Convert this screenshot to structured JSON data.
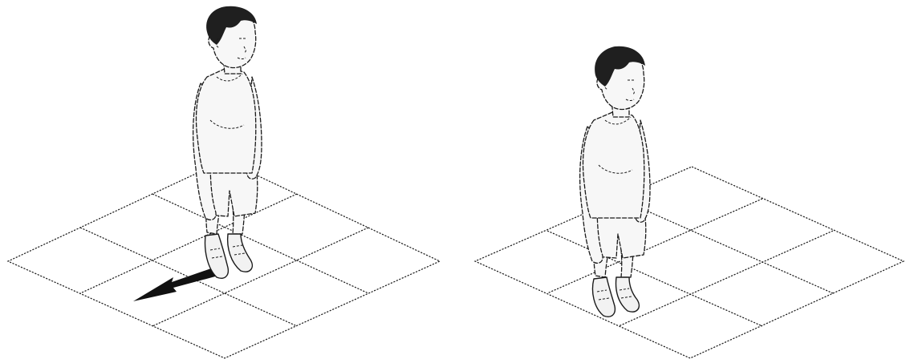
{
  "colors": {
    "line": "#1a1a1a",
    "hair": "#1f1f1f",
    "arrow": "#111111",
    "skin": "#f7f7f7",
    "background": "#ffffff"
  },
  "panels": [
    {
      "name": "child-stepping-forward",
      "grid": "3x3",
      "arrow": "forward-left"
    },
    {
      "name": "child-standing-still",
      "grid": "3x3",
      "arrow": null
    }
  ]
}
